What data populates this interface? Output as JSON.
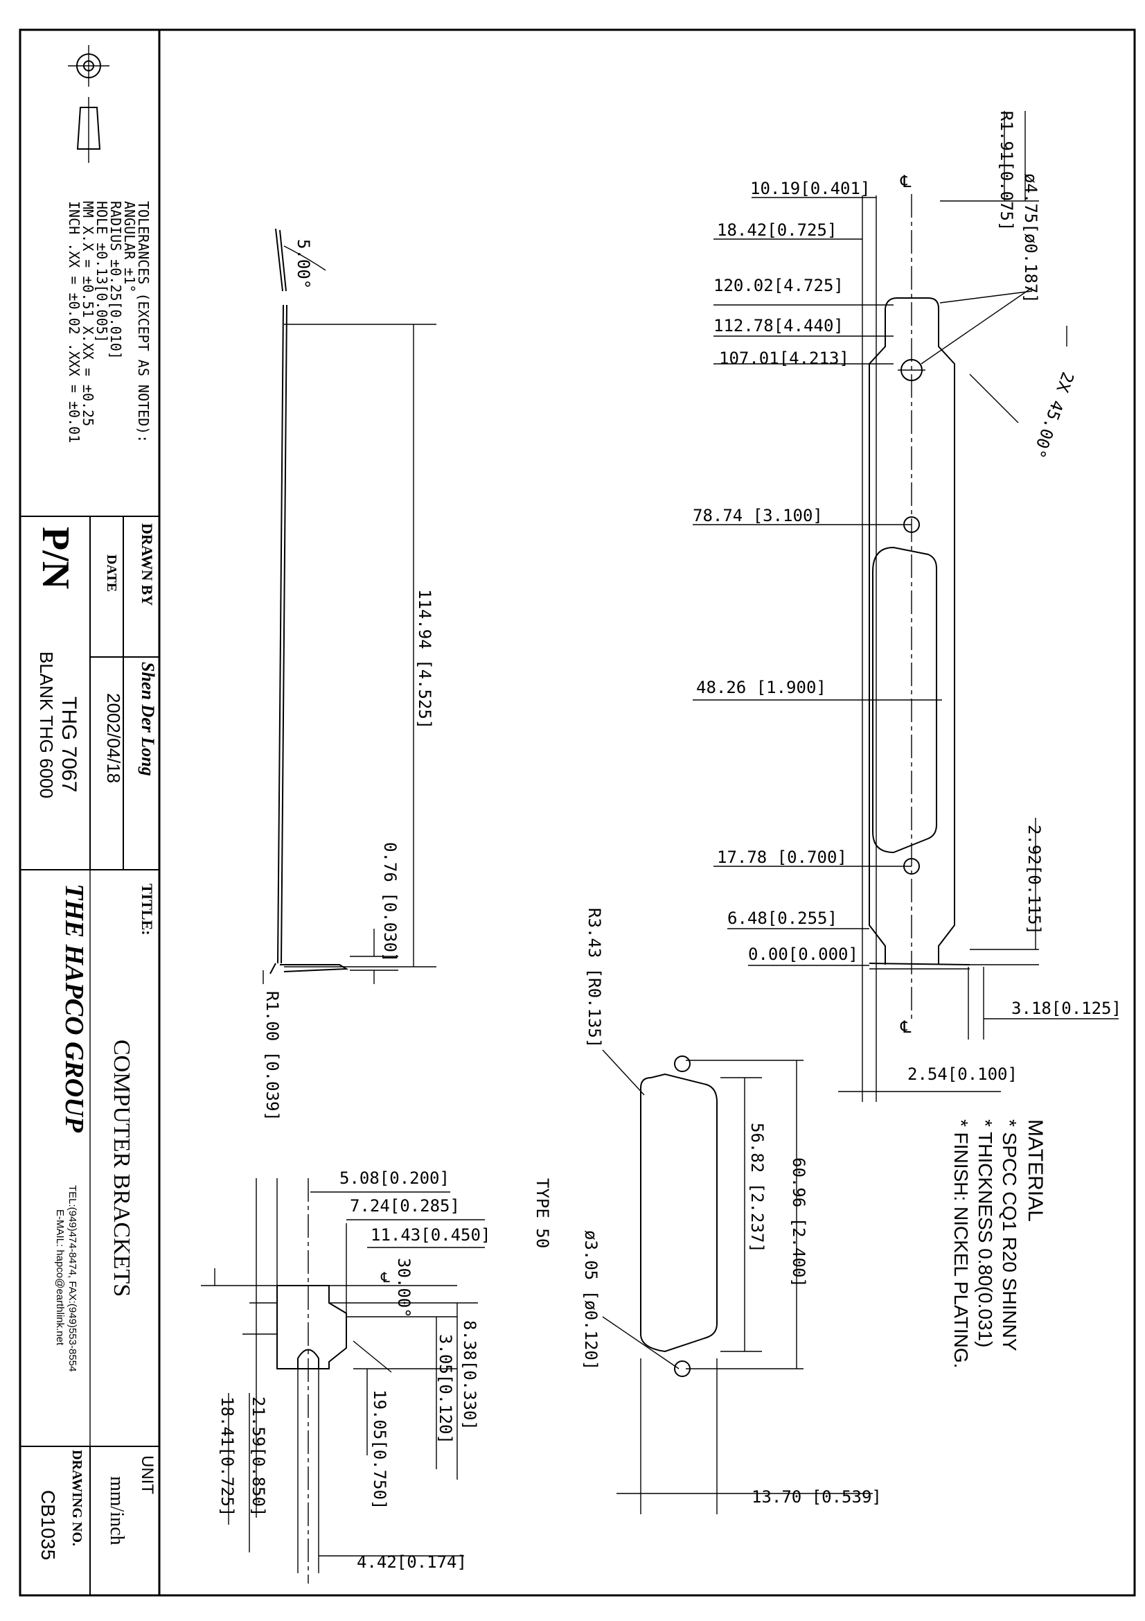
{
  "title_block": {
    "tolerances": [
      "TOLERANCES (EXCEPT AS NOTED):",
      "ANGULAR ±1°",
      "RADIUS ±0.25[0.010]",
      "HOLE ±0.13[0.005]",
      "MM X.X = ±0.51 X.XX = ±0.25",
      "INCH .XX = ±0.02 .XXX = ±0.01"
    ],
    "drawn_by_label": "DRAWN BY",
    "drawn_by": "Shen Der Long",
    "date_label": "DATE",
    "date": "2002/04/18",
    "pn_label": "P/N",
    "pn": "THG 7067",
    "blank": "BLANK THG 6000",
    "title_label": "TITLE:",
    "title": "COMPUTER BRACKETS",
    "company": "THE HAPCO GROUP",
    "contact_tel": "TEL:(949)474-8474, FAX:(949)553-8554",
    "contact_email": "E-MAIL: hapco@earthlink.net",
    "unit_label": "UNIT",
    "unit": "mm/inch",
    "drawing_no_label": "DRAWING NO.",
    "drawing_no": "CB1035"
  },
  "material": {
    "heading": "MATERIAL",
    "lines": [
      "* SPCC CQ1 R20 SHINNY",
      "* THICKNESS 0.80(0.031)",
      "* FINISH: NICKEL PLATING."
    ]
  },
  "type_label": "TYPE  50",
  "centerline_symbol": "℄",
  "dims": {
    "d1": "5.00°",
    "d2": "114.94 [4.525]",
    "d3": "0.76 [0.030]",
    "d4": "R1.00 [0.039]",
    "d5": "R1.91[0.075]",
    "d6": "ø4.75[ø0.187]",
    "d7": "10.19[0.401]",
    "d8": "18.42[0.725]",
    "d9": "120.02[4.725]",
    "d10": "112.78[4.440]",
    "d11": "107.01[4.213]",
    "d12": "2X  45.00°",
    "d13": "78.74  [3.100]",
    "d14": "48.26  [1.900]",
    "d15": "17.78  [0.700]",
    "d16": "2.92[0.115]",
    "d17": "6.48[0.255]",
    "d18": "0.00[0.000]",
    "d19": "3.18[0.125]",
    "d20": "2.54[0.100]",
    "d21": "R3.43  [R0.135]",
    "d22": "60.96 [2.400]",
    "d23": "56.82  [2.237]",
    "d24": "ø3.05  [ø0.120]",
    "d25": "13.70  [0.539]",
    "d26": "5.08[0.200]",
    "d27": "7.24[0.285]",
    "d28": "11.43[0.450]",
    "d29": "8.38[0.330]",
    "d30": "3.05[0.120]",
    "d31": "30.00°",
    "d32": "19.05[0.750]",
    "d33": "21.59[0.850]",
    "d34": "18.41[0.725]",
    "d35": "4.42[0.174]"
  }
}
